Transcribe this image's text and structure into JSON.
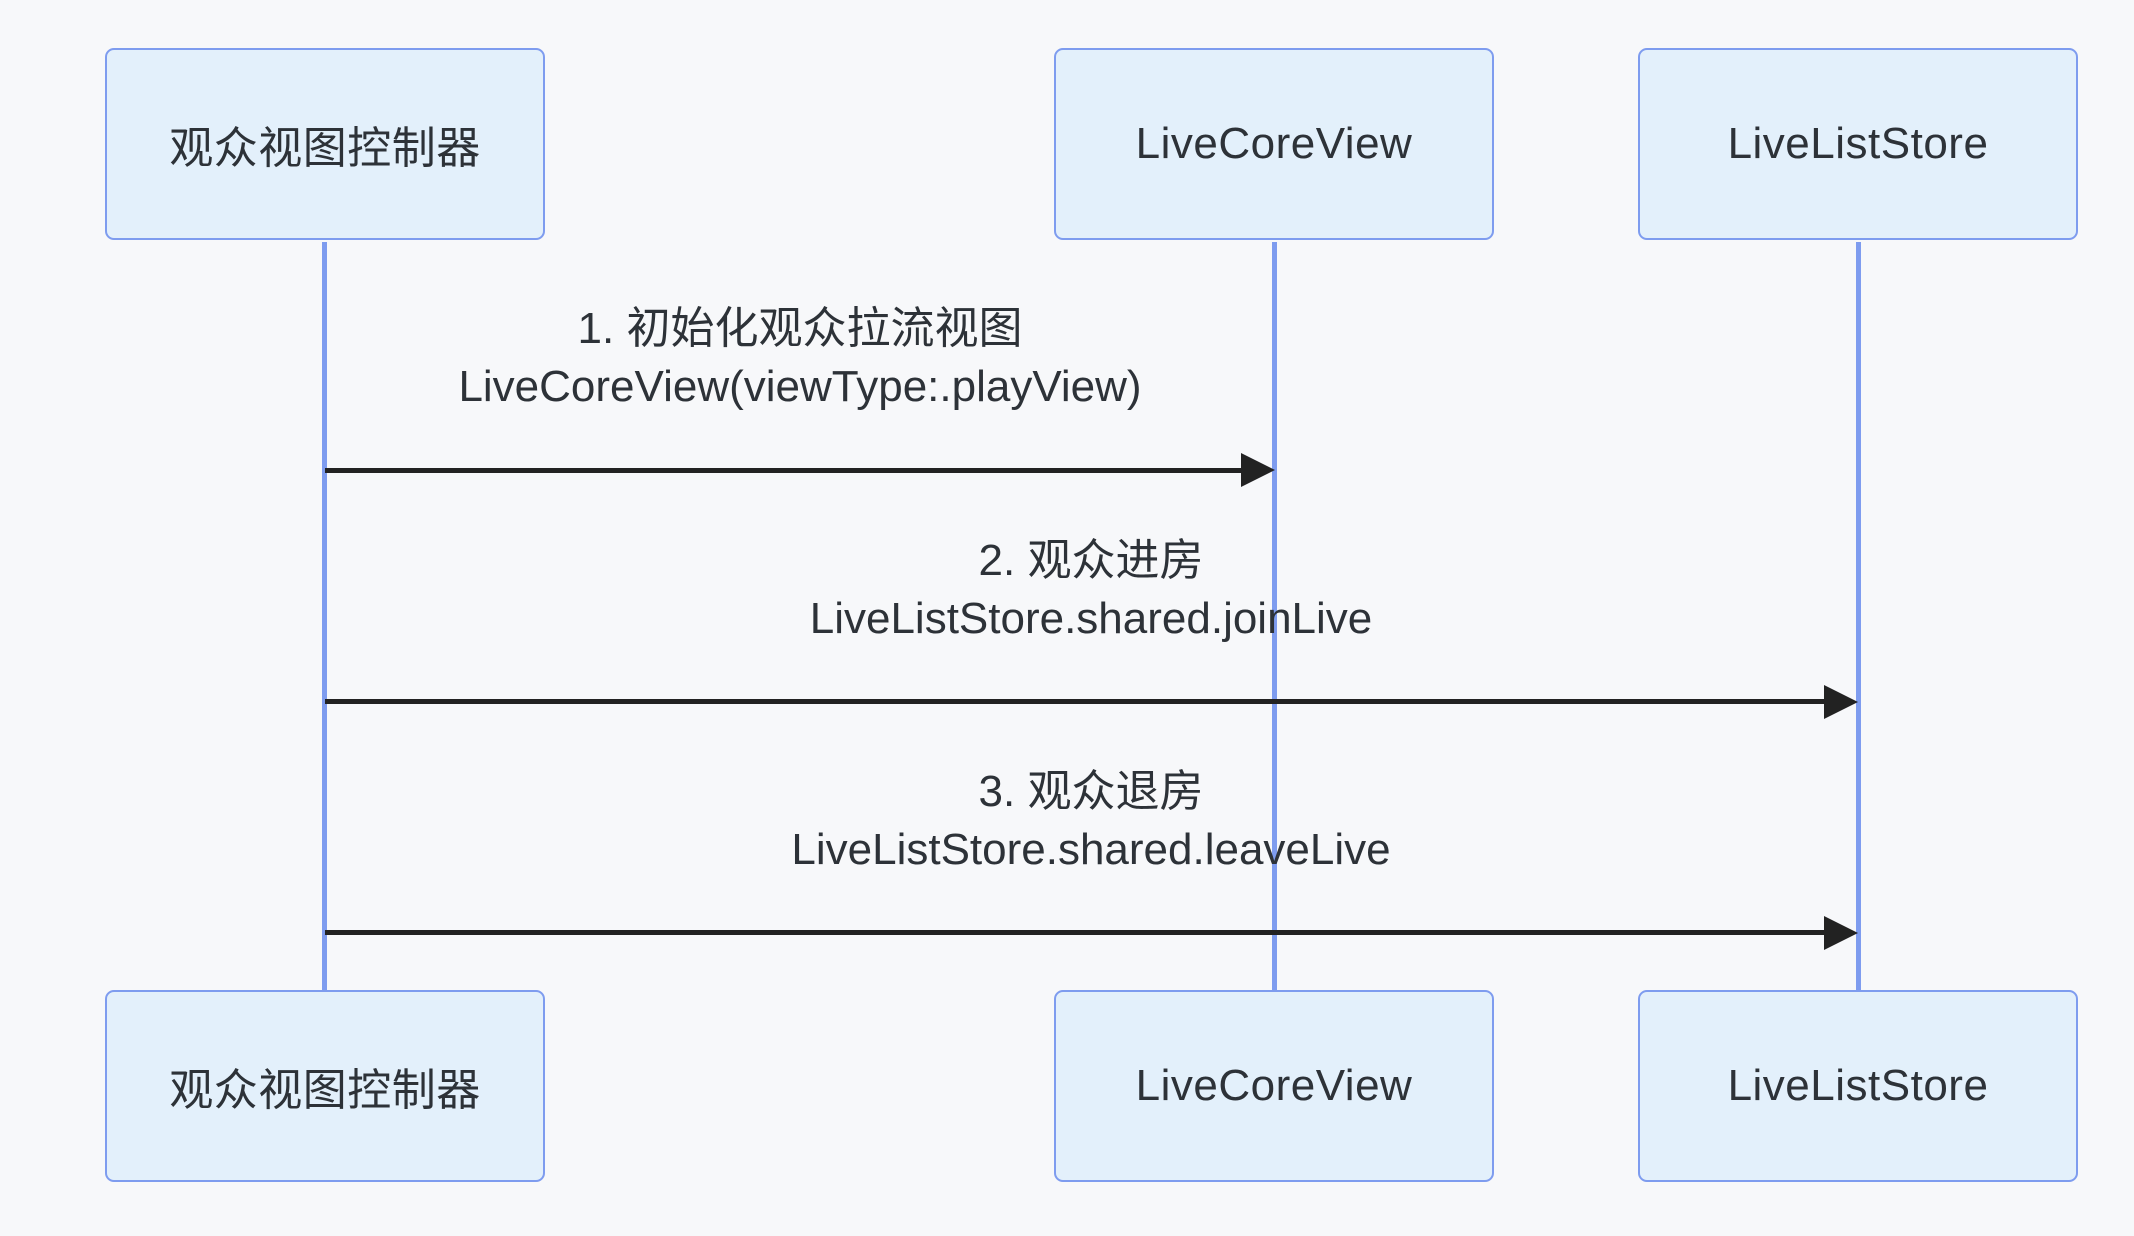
{
  "diagram_type": "sequence-diagram",
  "colors": {
    "background": "#F7F8FA",
    "actor_fill": "#E3F0FB",
    "actor_border": "#7E9CEF",
    "lifeline": "#7E9CEF",
    "arrow": "#222222",
    "text": "#2D3238"
  },
  "actors": [
    {
      "label": "观众视图控制器"
    },
    {
      "label": "LiveCoreView"
    },
    {
      "label": "LiveListStore"
    }
  ],
  "messages": [
    {
      "line1": "1. 初始化观众拉流视图",
      "line2": "LiveCoreView(viewType:.playView)",
      "from": "观众视图控制器",
      "to": "LiveCoreView"
    },
    {
      "line1": "2. 观众进房",
      "line2": "LiveListStore.shared.joinLive",
      "from": "观众视图控制器",
      "to": "LiveListStore"
    },
    {
      "line1": "3. 观众退房",
      "line2": "LiveListStore.shared.leaveLive",
      "from": "观众视图控制器",
      "to": "LiveListStore"
    }
  ]
}
